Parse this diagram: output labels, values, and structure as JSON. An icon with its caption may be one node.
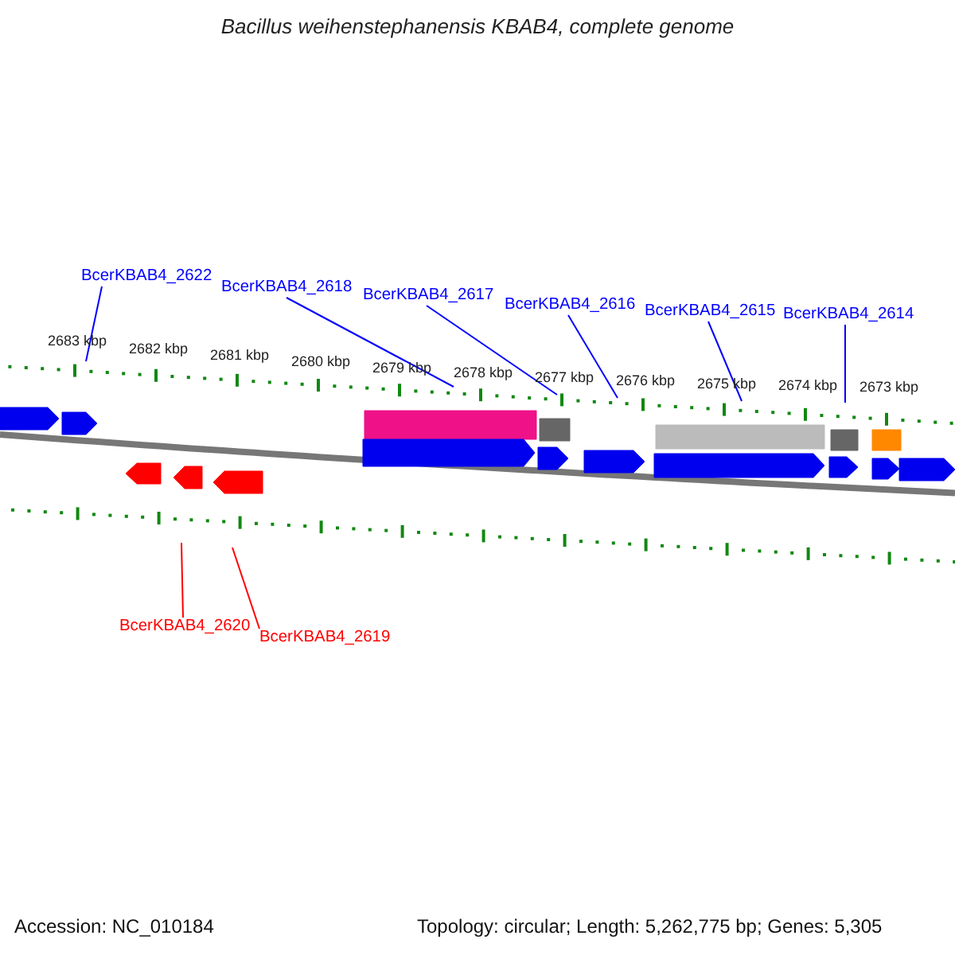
{
  "diagram": {
    "title": "Bacillus weihenstephanensis KBAB4, complete genome",
    "nodes": [
      {
        "text": [
          "BcerKBAB4_2622"
        ]
      },
      {
        "text": [
          "BcerKBAB4_2618"
        ]
      },
      {
        "text": [
          "BcerKBAB4_2617"
        ]
      },
      {
        "text": [
          "BcerKBAB4_2616"
        ]
      },
      {
        "text": [
          "BcerKBAB4_2615"
        ]
      },
      {
        "text": [
          "BcerKBAB4_2614"
        ]
      },
      {
        "text": [
          "BcerKBAB4_2620"
        ]
      },
      {
        "text": [
          "BcerKBAB4_2619"
        ]
      },
      {
        "text": [],
        "shape": "picture"
      }
    ],
    "edges": [
      {
        "from": 0,
        "to": 8,
        "arrow": "none"
      },
      {
        "from": 1,
        "to": 8,
        "arrow": "none"
      },
      {
        "from": 2,
        "to": 8,
        "arrow": "none"
      },
      {
        "from": 3,
        "to": 8,
        "arrow": "none"
      },
      {
        "from": 4,
        "to": 8,
        "arrow": "none"
      },
      {
        "from": 5,
        "to": 8,
        "arrow": "none"
      },
      {
        "from": 6,
        "to": 8,
        "arrow": "none",
        "color": "#ff0000"
      },
      {
        "from": 7,
        "to": 8,
        "arrow": "none",
        "color": "#ff0000"
      }
    ],
    "labels": [
      "2683 kbp",
      "2682 kbp",
      "2681 kbp",
      "2680 kbp",
      "2679 kbp",
      "2678 kbp",
      "2677 kbp",
      "2676 kbp",
      "2675 kbp",
      "2674 kbp",
      "2673 kbp",
      "Accession: NC_010184",
      "Topology: circular; Length: 5,262,775 bp; Genes: 5,305"
    ]
  }
}
